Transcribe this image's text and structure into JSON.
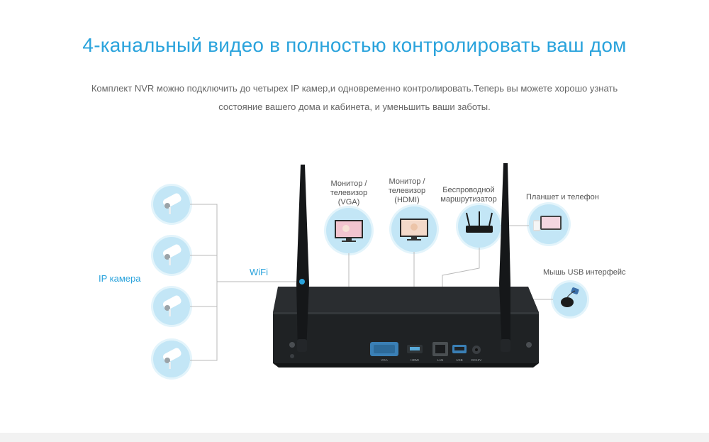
{
  "header": {
    "title": "4-канальный видео в полностью контролировать ваш дом",
    "subtitle_line1": "Комплект NVR можно подключить до четырех IP камер,и одновременно контролировать.Теперь вы можете хорошо узнать",
    "subtitle_line2": "состояние вашего дома и кабинета, и уменьшить ваши заботы."
  },
  "labels": {
    "ip_camera": "IP камера",
    "wifi": "WiFi",
    "monitor_vga": [
      "Монитор /",
      "телевизор",
      "(VGA)"
    ],
    "monitor_hdmi": [
      "Монитор /",
      "телевизор",
      "(HDMI)"
    ],
    "router": [
      "Беспроводной",
      "маршрутизатор"
    ],
    "tablet": "Планшет и телефон",
    "mouse": "Мышь USB интерфейс"
  },
  "ports": {
    "vga": "VGA",
    "hdmi": "HDMI",
    "lan": "LAN",
    "usb": "USB",
    "dc": "DC12V"
  },
  "colors": {
    "accent": "#2aa3dc",
    "circle_fill": "#c3e6f6",
    "device_body": "#1f2224",
    "line": "#b8b8b8"
  },
  "icons": [
    "camera-icon",
    "monitor-icon",
    "router-icon",
    "tablet-phone-icon",
    "mouse-icon",
    "antenna-icon"
  ]
}
